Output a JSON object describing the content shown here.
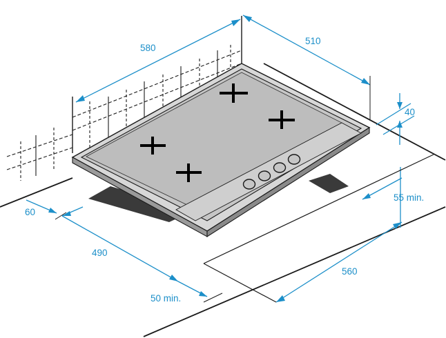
{
  "colors": {
    "dimension": "#1c8fc9",
    "outline": "#1a1a1a",
    "hob_fill": "#bdbdbd",
    "hob_top": "#c8c8c8",
    "cutout_shadow": "#3a3a3a"
  },
  "dimensions": {
    "hob_width": "580",
    "hob_depth": "510",
    "hob_height": "40",
    "rear_clearance": "55 min.",
    "left_margin": "60",
    "cutout_depth": "490",
    "cutout_width": "560",
    "front_clearance": "50 min."
  },
  "hob": {
    "burner_count": 4,
    "control_knob_count": 4
  }
}
